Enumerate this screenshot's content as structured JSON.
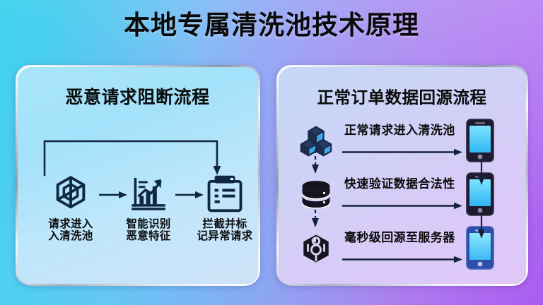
{
  "page": {
    "title": "本地专属清洗池技术原理",
    "background_from": "#3fd3ef",
    "background_to": "#a95cf0"
  },
  "left_panel": {
    "title": "恶意请求阻断流程",
    "card_color": "#a9e5fb",
    "steps": [
      {
        "icon": "openai-knot-icon",
        "label": "请求进入\n入清洗池"
      },
      {
        "icon": "bar-chart-trend-icon",
        "label": "智能识别\n恶意特征"
      },
      {
        "icon": "clipboard-list-icon",
        "label": "拦截并标\n记异常请求"
      }
    ],
    "connectors": [
      {
        "name": "arrow-step1-to-step2",
        "type": "arrow-right"
      },
      {
        "name": "arrow-step2-to-step3",
        "type": "arrow-right"
      },
      {
        "name": "bracket-step1-to-step3",
        "type": "bracket-down"
      }
    ]
  },
  "right_panel": {
    "title": "正常订单数据回源流程",
    "card_color": "#d5cdf7",
    "rows": [
      {
        "icon": "cubes-blocks-icon",
        "label": "正常请求进入清洗池",
        "target": "phone-icon"
      },
      {
        "icon": "database-icon",
        "label": "快速验证数据合法性",
        "target": "phone-icon"
      },
      {
        "icon": "hex-user-node-icon",
        "label": "毫秒级回源至服务器",
        "target": "phone-icon"
      }
    ],
    "connectors": [
      {
        "name": "dashed-arrow-row1-to-row2",
        "type": "dashed-arrow-down"
      },
      {
        "name": "dashed-arrow-row2-to-row3",
        "type": "dashed-arrow-down"
      },
      {
        "name": "arrow-phone1-to-phone2",
        "type": "arrow-down"
      },
      {
        "name": "arrow-phone2-to-phone3",
        "type": "arrow-down"
      }
    ]
  }
}
